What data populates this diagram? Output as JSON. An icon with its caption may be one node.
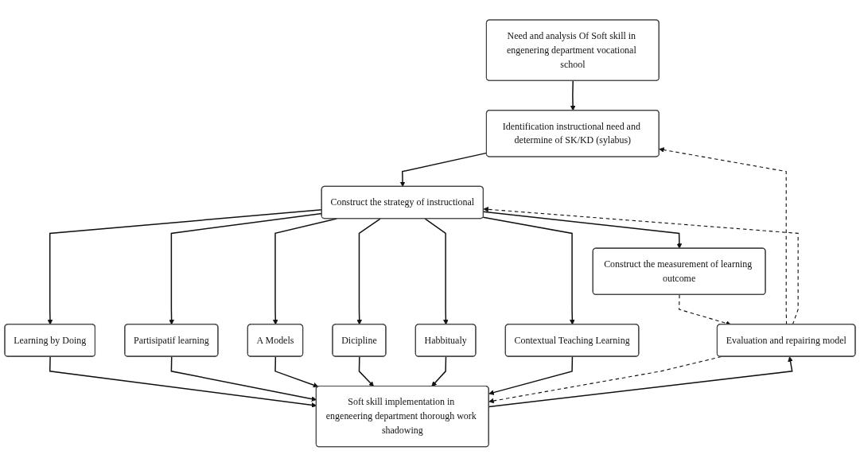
{
  "diagram": {
    "nodes": [
      {
        "text": [
          "Need and analysis Of Soft skill in engenering department vocational school"
        ]
      },
      {
        "text": [
          "Identification instructional need and determine of SK/KD (sylabus)"
        ]
      },
      {
        "text": [
          "Construct the strategy of instructional"
        ]
      },
      {
        "text": [
          "Construct the measurement of learning outcome"
        ]
      },
      {
        "text": [
          "Learning by Doing"
        ]
      },
      {
        "text": [
          "Partisipatif learning"
        ]
      },
      {
        "text": [
          "A Models"
        ]
      },
      {
        "text": [
          "Dicipline"
        ]
      },
      {
        "text": [
          "Habbitualy"
        ]
      },
      {
        "text": [
          "Contextual Teaching Learning"
        ]
      },
      {
        "text": [
          "Soft skill implementation in engeneering department thorough work shadowing"
        ]
      },
      {
        "text": [
          "Evaluation and repairing model"
        ]
      }
    ],
    "edges": [
      {
        "from": 0,
        "to": 1,
        "arrow": "to"
      },
      {
        "from": 1,
        "to": 2,
        "arrow": "to"
      },
      {
        "from": 2,
        "to": 3,
        "arrow": "to"
      },
      {
        "from": 2,
        "to": 4,
        "arrow": "to"
      },
      {
        "from": 2,
        "to": 5,
        "arrow": "to"
      },
      {
        "from": 2,
        "to": 6,
        "arrow": "to"
      },
      {
        "from": 2,
        "to": 7,
        "arrow": "to"
      },
      {
        "from": 2,
        "to": 8,
        "arrow": "to"
      },
      {
        "from": 2,
        "to": 9,
        "arrow": "to"
      },
      {
        "from": 4,
        "to": 10,
        "arrow": "to"
      },
      {
        "from": 5,
        "to": 10,
        "arrow": "to"
      },
      {
        "from": 6,
        "to": 10,
        "arrow": "to"
      },
      {
        "from": 7,
        "to": 10,
        "arrow": "to"
      },
      {
        "from": 8,
        "to": 10,
        "arrow": "to"
      },
      {
        "from": 9,
        "to": 10,
        "arrow": "to"
      },
      {
        "from": 10,
        "to": 11,
        "arrow": "to"
      },
      {
        "from": 3,
        "to": 11,
        "arrow": "to",
        "style": "dashed"
      },
      {
        "from": 11,
        "to": 1,
        "arrow": "to",
        "style": "dashed"
      },
      {
        "from": 11,
        "to": 2,
        "arrow": "to",
        "style": "dashed"
      },
      {
        "from": 11,
        "to": 10,
        "arrow": "to",
        "style": "dashed"
      }
    ]
  }
}
